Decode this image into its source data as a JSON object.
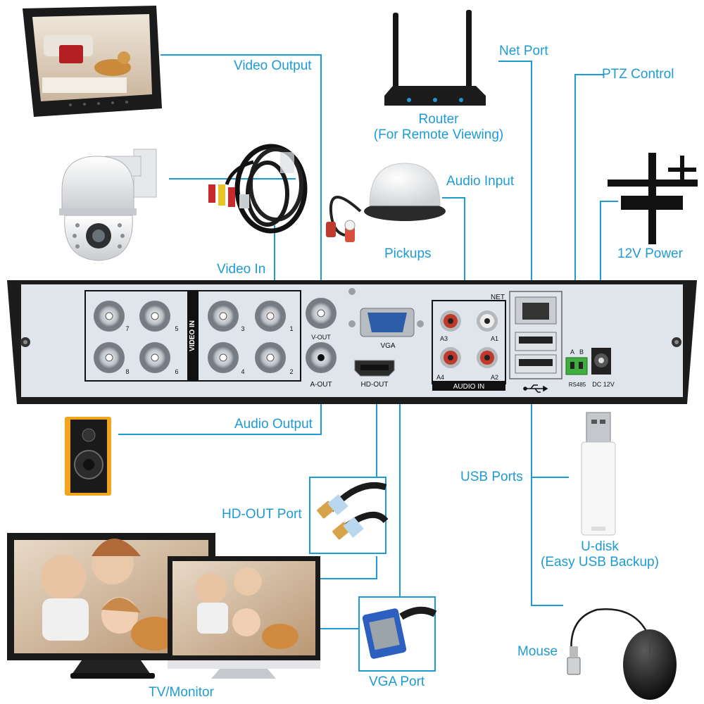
{
  "labels": {
    "video_output": "Video Output",
    "net_port": "Net Port",
    "ptz_control": "PTZ Control",
    "router_line1": "Router",
    "router_line2": "(For Remote Viewing)",
    "audio_input": "Audio Input",
    "pickups": "Pickups",
    "video_in": "Video In",
    "power_12v": "12V Power",
    "audio_output": "Audio Output",
    "usb_ports": "USB Ports",
    "hd_out_port": "HD-OUT Port",
    "udisk_line1": "U-disk",
    "udisk_line2": "(Easy USB Backup)",
    "mouse": "Mouse",
    "tv_monitor": "TV/Monitor",
    "vga_port": "VGA Port"
  },
  "panel": {
    "video_in": "VIDEO IN",
    "bnc_numbers": [
      "7",
      "5",
      "3",
      "1",
      "8",
      "6",
      "4",
      "2"
    ],
    "v_out": "V-OUT",
    "a_out": "A-OUT",
    "vga": "VGA",
    "hd_out": "HD-OUT",
    "net": "NET",
    "audio_in": "AUDIO IN",
    "audio_channels": [
      "A3",
      "A1",
      "A4",
      "A2"
    ],
    "rs485_a": "A",
    "rs485_b": "B",
    "rs485": "RS485",
    "dc12v": "DC 12V"
  },
  "colors": {
    "accent": "#1e9bd4",
    "panel": "#dfe5ea",
    "chassis": "#1c1c1c"
  }
}
